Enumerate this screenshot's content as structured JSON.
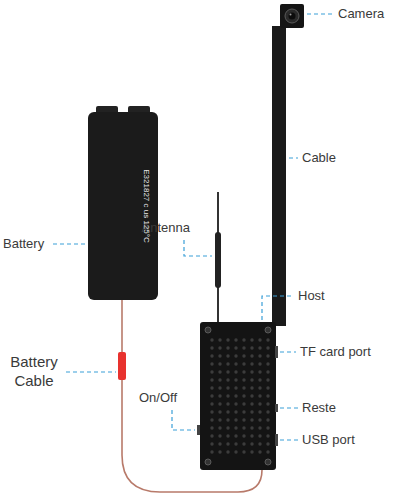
{
  "diagram": {
    "labels": [
      "Camera",
      "Cable",
      "Antenna",
      "Battery",
      "Battery Cable",
      "On/Off",
      "Host",
      "TF card port",
      "Reste",
      "USB port",
      "E321827 c us 125°C"
    ]
  }
}
